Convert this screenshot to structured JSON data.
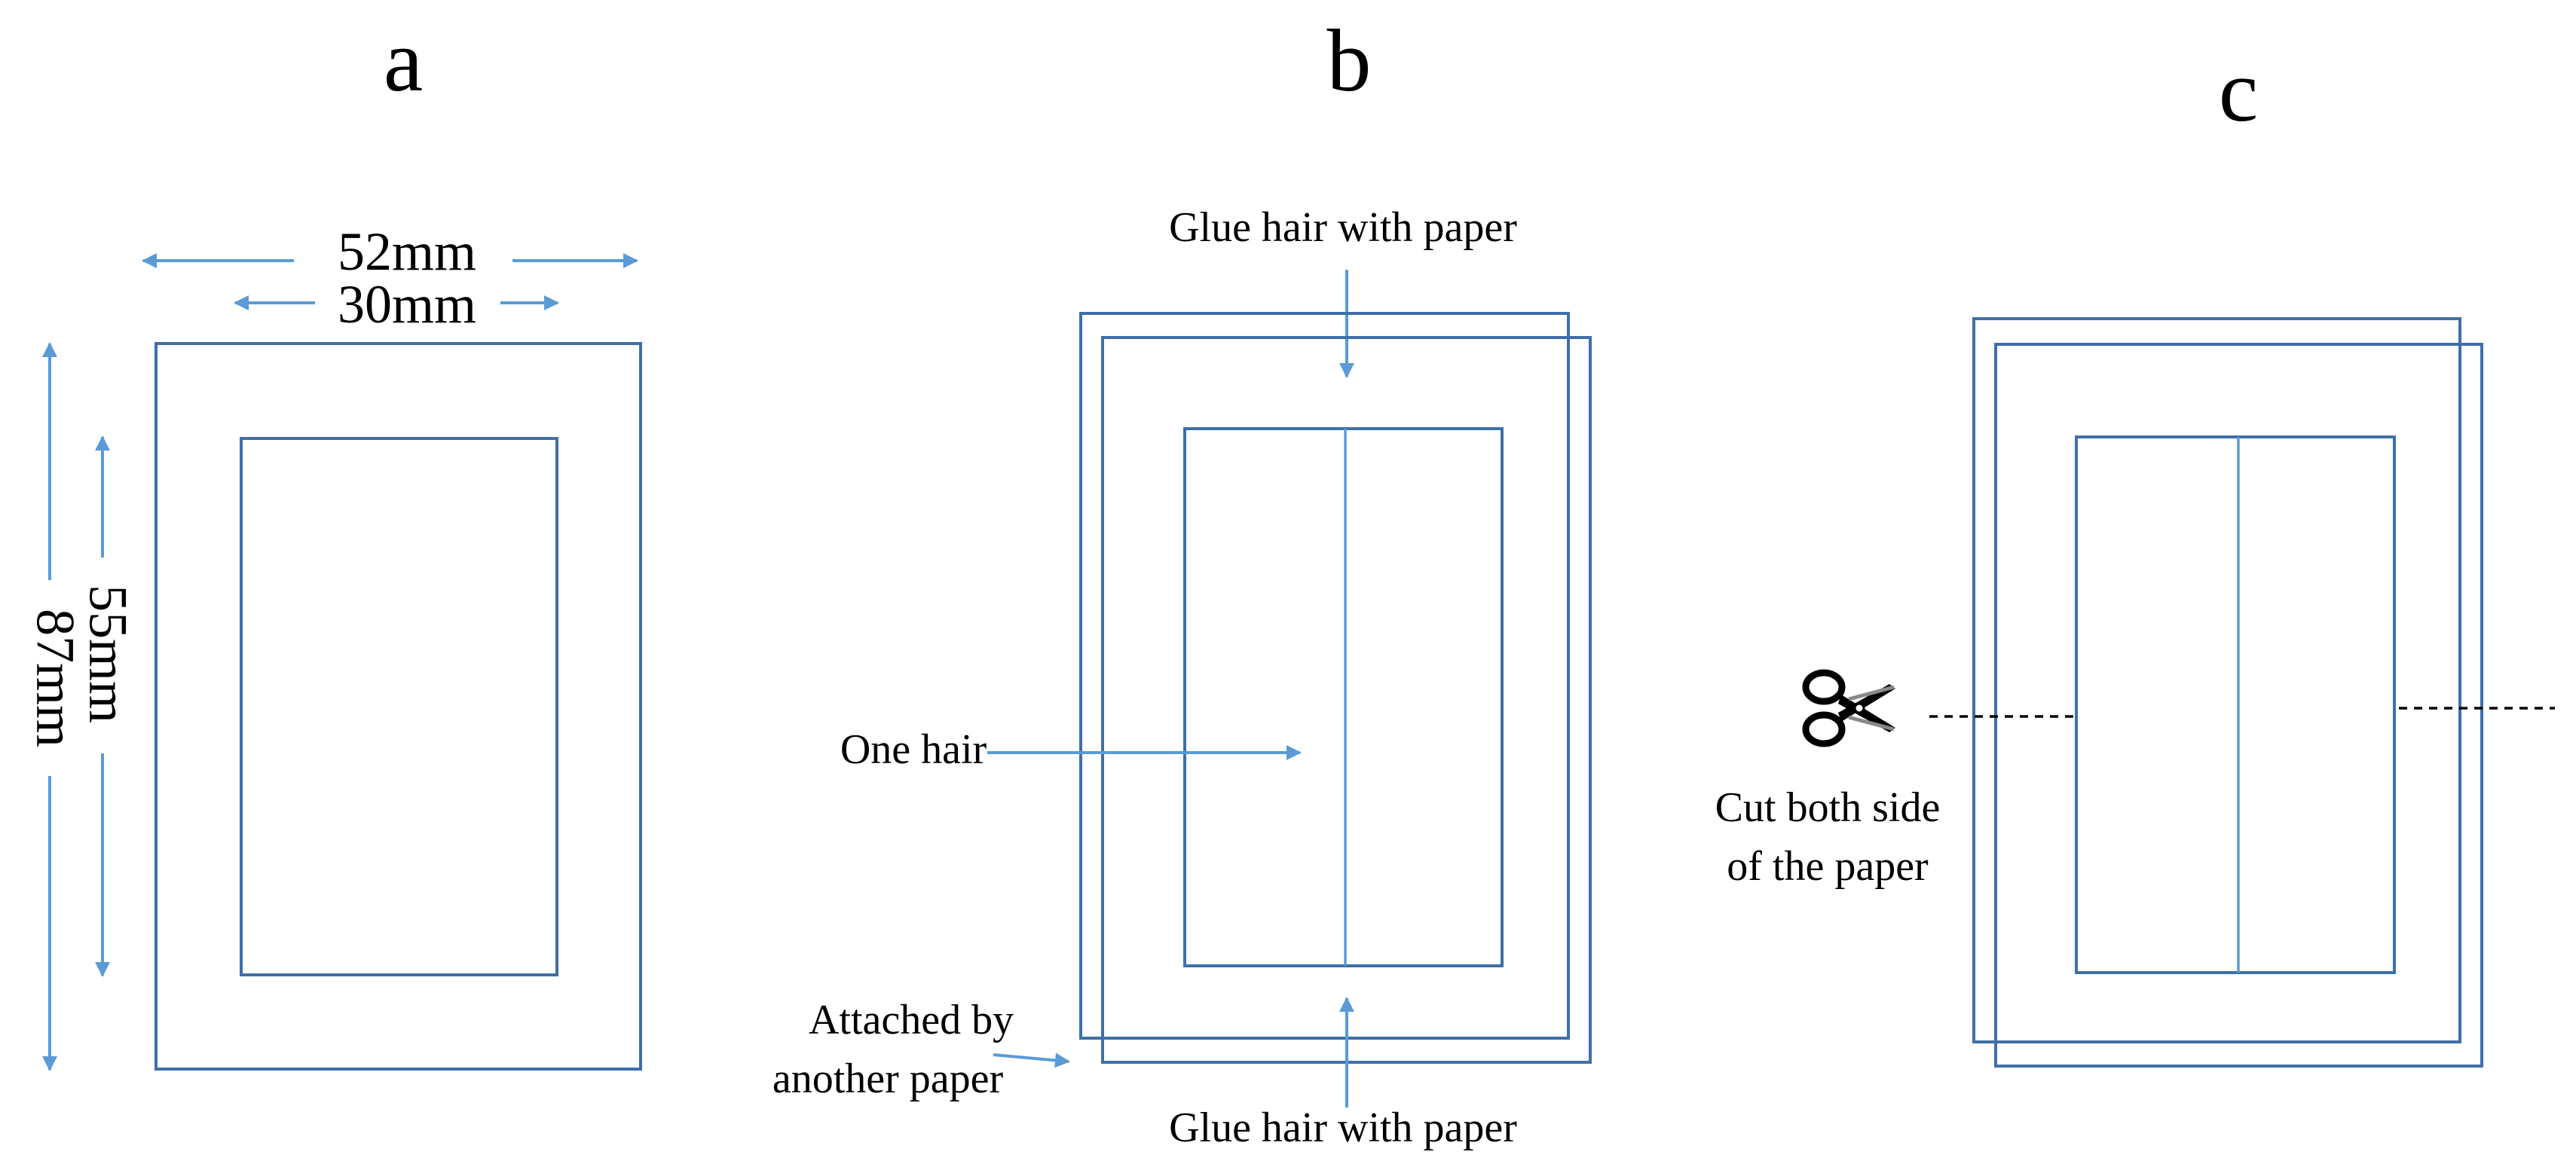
{
  "panels": {
    "a": {
      "letter": "a",
      "width_outer": "52mm",
      "width_inner": "30mm",
      "height_inner": "55mm",
      "height_outer": "87mm"
    },
    "b": {
      "letter": "b",
      "glue_top": "Glue hair with paper",
      "one_hair": "One hair",
      "attached_line1": "Attached by",
      "attached_line2": "another paper",
      "glue_bottom": "Glue hair with paper"
    },
    "c": {
      "letter": "c",
      "cut_line1": "Cut both side",
      "cut_line2": "of the paper",
      "scissors_icon": "scissors-icon"
    }
  },
  "colors": {
    "frame": "#3f6fa8",
    "arrow": "#5b9bd5",
    "text": "#000000"
  }
}
